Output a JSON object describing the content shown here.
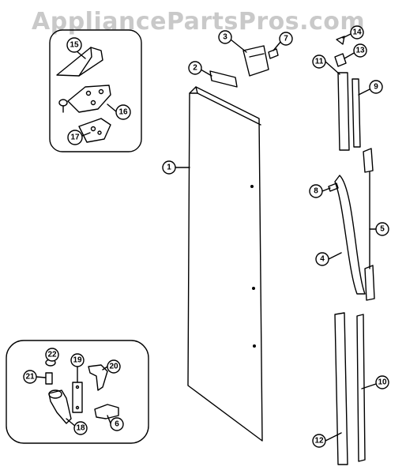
{
  "watermark": "AppliancePartsPros.com",
  "callouts": {
    "c1": "1",
    "c2": "2",
    "c3": "3",
    "c4": "4",
    "c5": "5",
    "c6": "6",
    "c7": "7",
    "c8": "8",
    "c9": "9",
    "c10": "10",
    "c11": "11",
    "c12": "12",
    "c13": "13",
    "c14": "14",
    "c15": "15",
    "c16": "16",
    "c17": "17",
    "c18": "18",
    "c19": "19",
    "c20": "20",
    "c21": "21",
    "c22": "22"
  }
}
